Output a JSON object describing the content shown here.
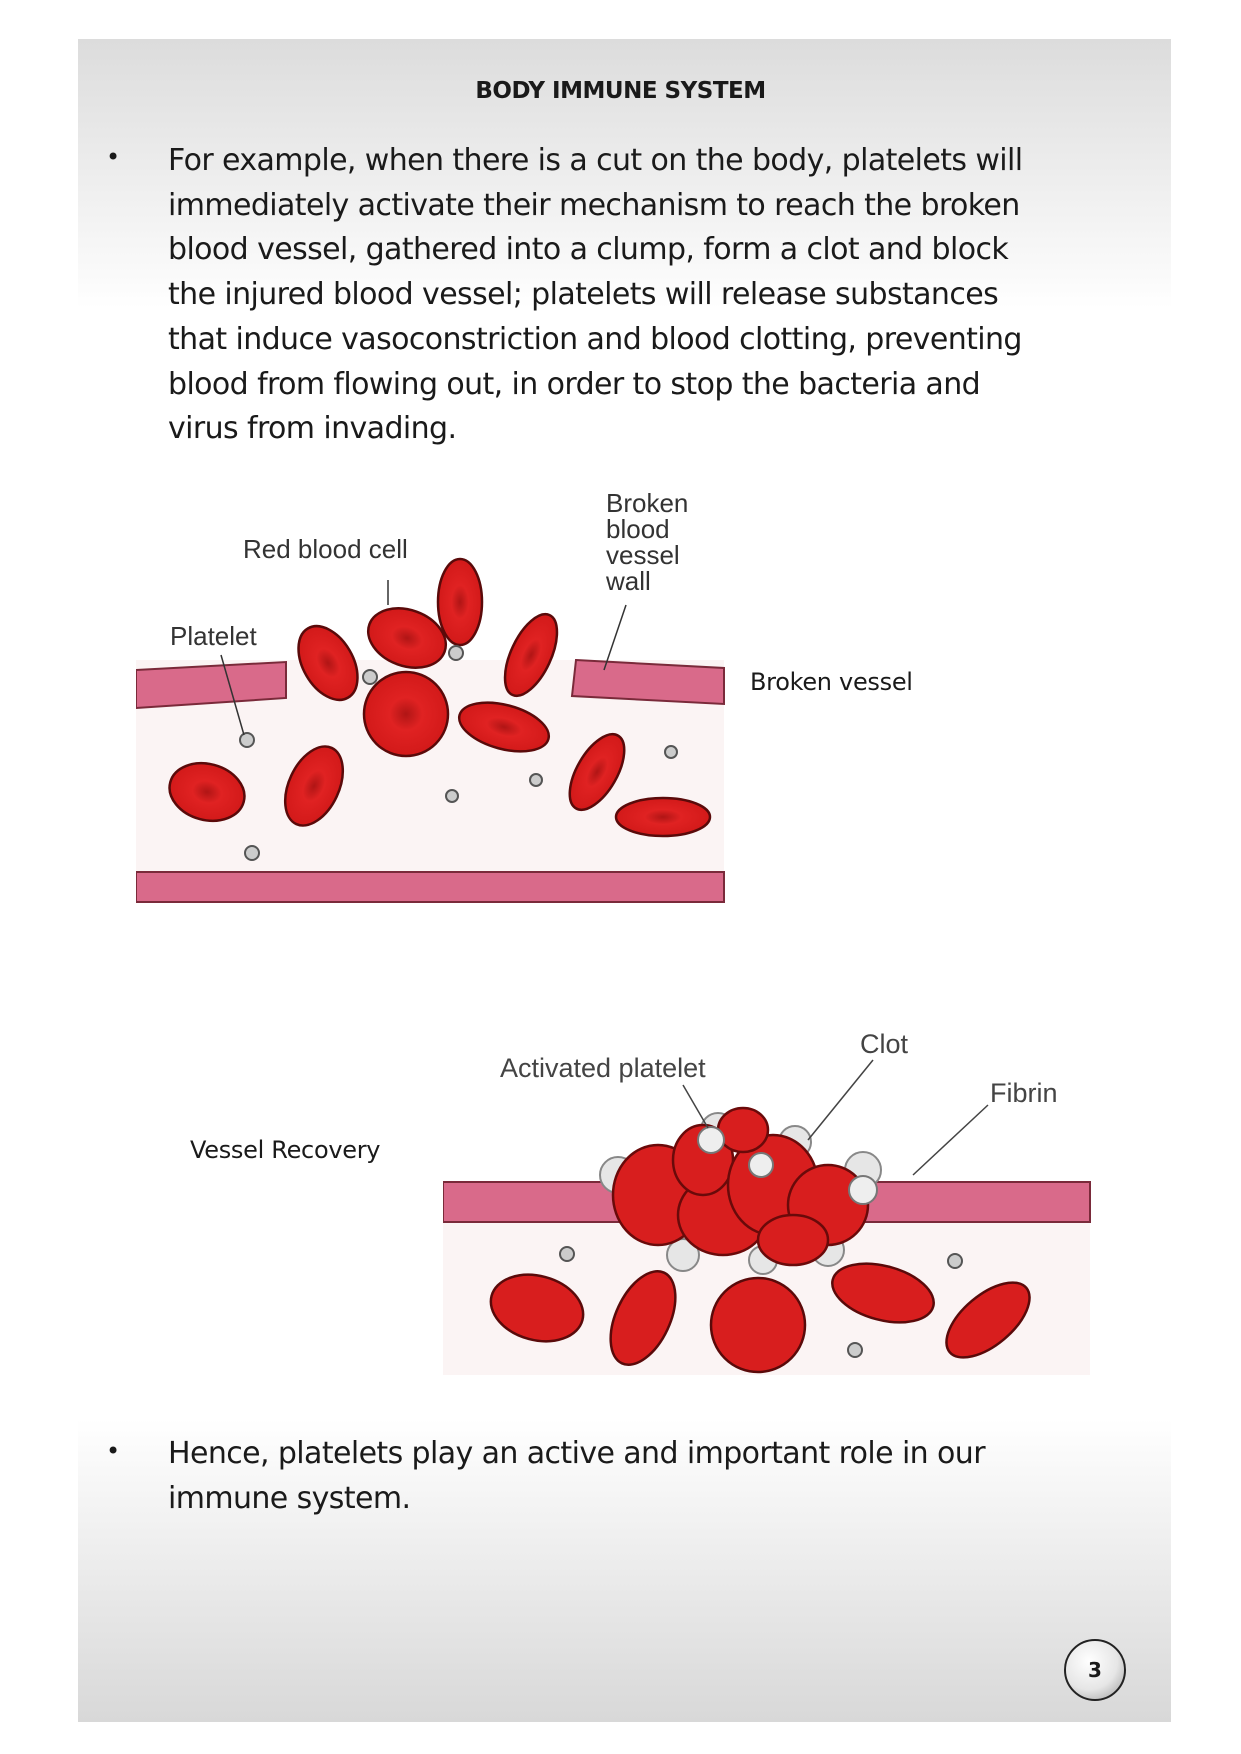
{
  "header": {
    "title": "BODY IMMUNE SYSTEM"
  },
  "paragraphs": [
    {
      "bullet": "•",
      "lines": [
        "For example, when there is a cut on the body, platelets will",
        "immediately activate their mechanism to reach the broken",
        "blood vessel, gathered into a clump, form a clot and block",
        "the injured blood vessel; platelets will release substances",
        "that induce vasoconstriction and blood clotting, preventing",
        "blood from flowing out, in order to stop the bacteria and",
        "virus from invading."
      ]
    },
    {
      "bullet": "•",
      "lines": [
        "Hence, platelets play an active and important role in our",
        "immune system."
      ]
    }
  ],
  "figure1": {
    "caption": "Broken vessel",
    "labels": {
      "red_blood_cell": "Red blood cell",
      "platelet": "Platelet",
      "wall": [
        "Broken",
        "blood",
        "vessel",
        "wall"
      ]
    }
  },
  "figure2": {
    "caption": "Vessel Recovery",
    "labels": {
      "activated_platelet": "Activated platelet",
      "clot": "Clot",
      "fibrin": "Fibrin"
    }
  },
  "footer": {
    "page_number": "3"
  },
  "colors": {
    "cell": "#d81e1e",
    "vessel": "#d96a8a"
  }
}
